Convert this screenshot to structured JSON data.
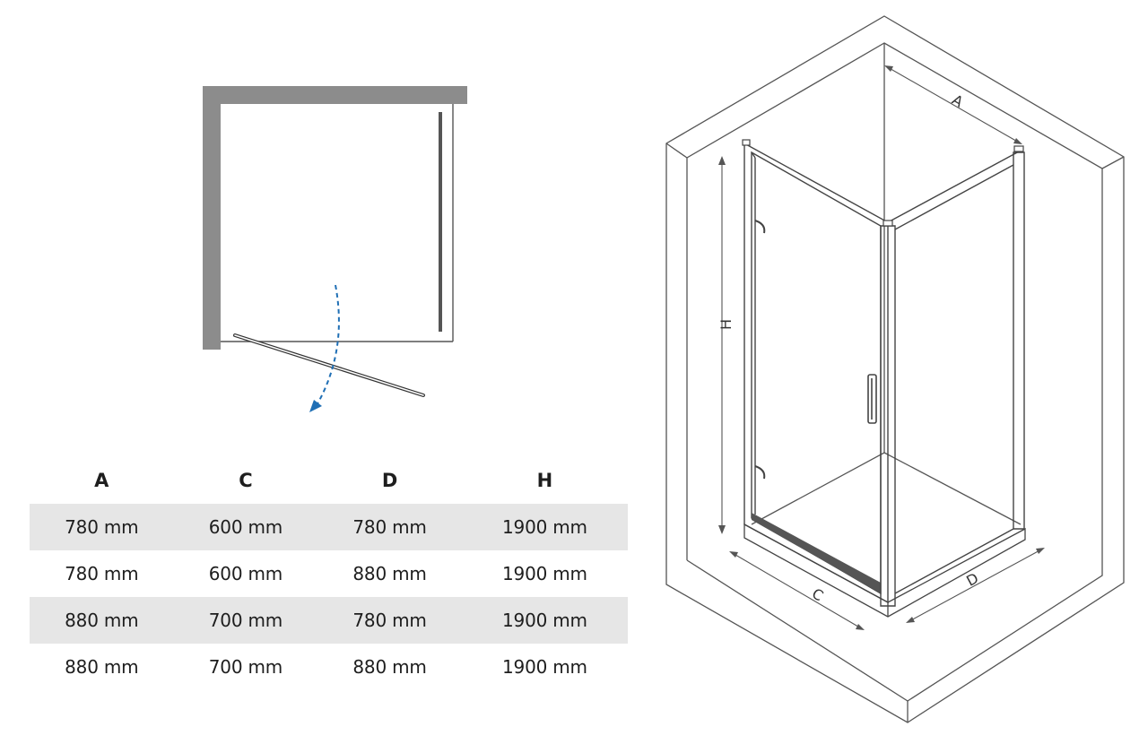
{
  "table": {
    "headers": [
      "A",
      "C",
      "D",
      "H"
    ],
    "rows": [
      [
        "780 mm",
        "600 mm",
        "780 mm",
        "1900 mm"
      ],
      [
        "780 mm",
        "600 mm",
        "880 mm",
        "1900 mm"
      ],
      [
        "880 mm",
        "700 mm",
        "780 mm",
        "1900 mm"
      ],
      [
        "880 mm",
        "700 mm",
        "880 mm",
        "1900 mm"
      ]
    ]
  },
  "iso_labels": {
    "a": "A",
    "c": "C",
    "d": "D",
    "h": "H"
  },
  "colors": {
    "wall": "#8c8c8c",
    "arrow": "#1f6fb5",
    "row_shade": "#e6e6e6"
  }
}
